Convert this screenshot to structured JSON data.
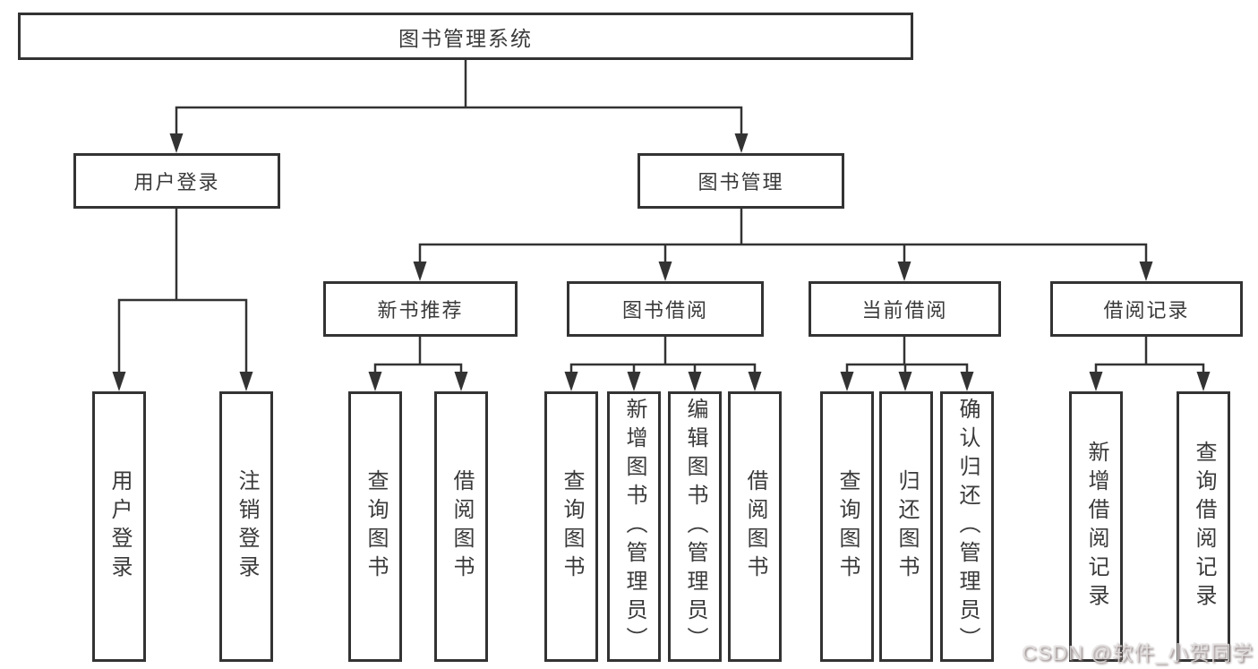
{
  "root": {
    "label": "图书管理系统"
  },
  "login": {
    "label": "用户登录",
    "children": [
      {
        "label": "用户登录"
      },
      {
        "label": "注销登录"
      }
    ]
  },
  "management": {
    "label": "图书管理",
    "groups": [
      {
        "label": "新书推荐",
        "children": [
          {
            "label": "查询图书"
          },
          {
            "label": "借阅图书"
          }
        ]
      },
      {
        "label": "图书借阅",
        "children": [
          {
            "label": "查询图书"
          },
          {
            "label": "新增图书（管理员）"
          },
          {
            "label": "编辑图书（管理员）"
          },
          {
            "label": "借阅图书"
          }
        ]
      },
      {
        "label": "当前借阅",
        "children": [
          {
            "label": "查询图书"
          },
          {
            "label": "归还图书"
          },
          {
            "label": "确认归还（管理员）"
          }
        ]
      },
      {
        "label": "借阅记录",
        "children": [
          {
            "label": "新增借阅记录"
          },
          {
            "label": "查询借阅记录"
          }
        ]
      }
    ]
  },
  "watermark": {
    "text": "CSDN @软件_小贺同学"
  },
  "colors": {
    "line": "#333333",
    "text": "#3a3a3a",
    "background": "#ffffff"
  }
}
